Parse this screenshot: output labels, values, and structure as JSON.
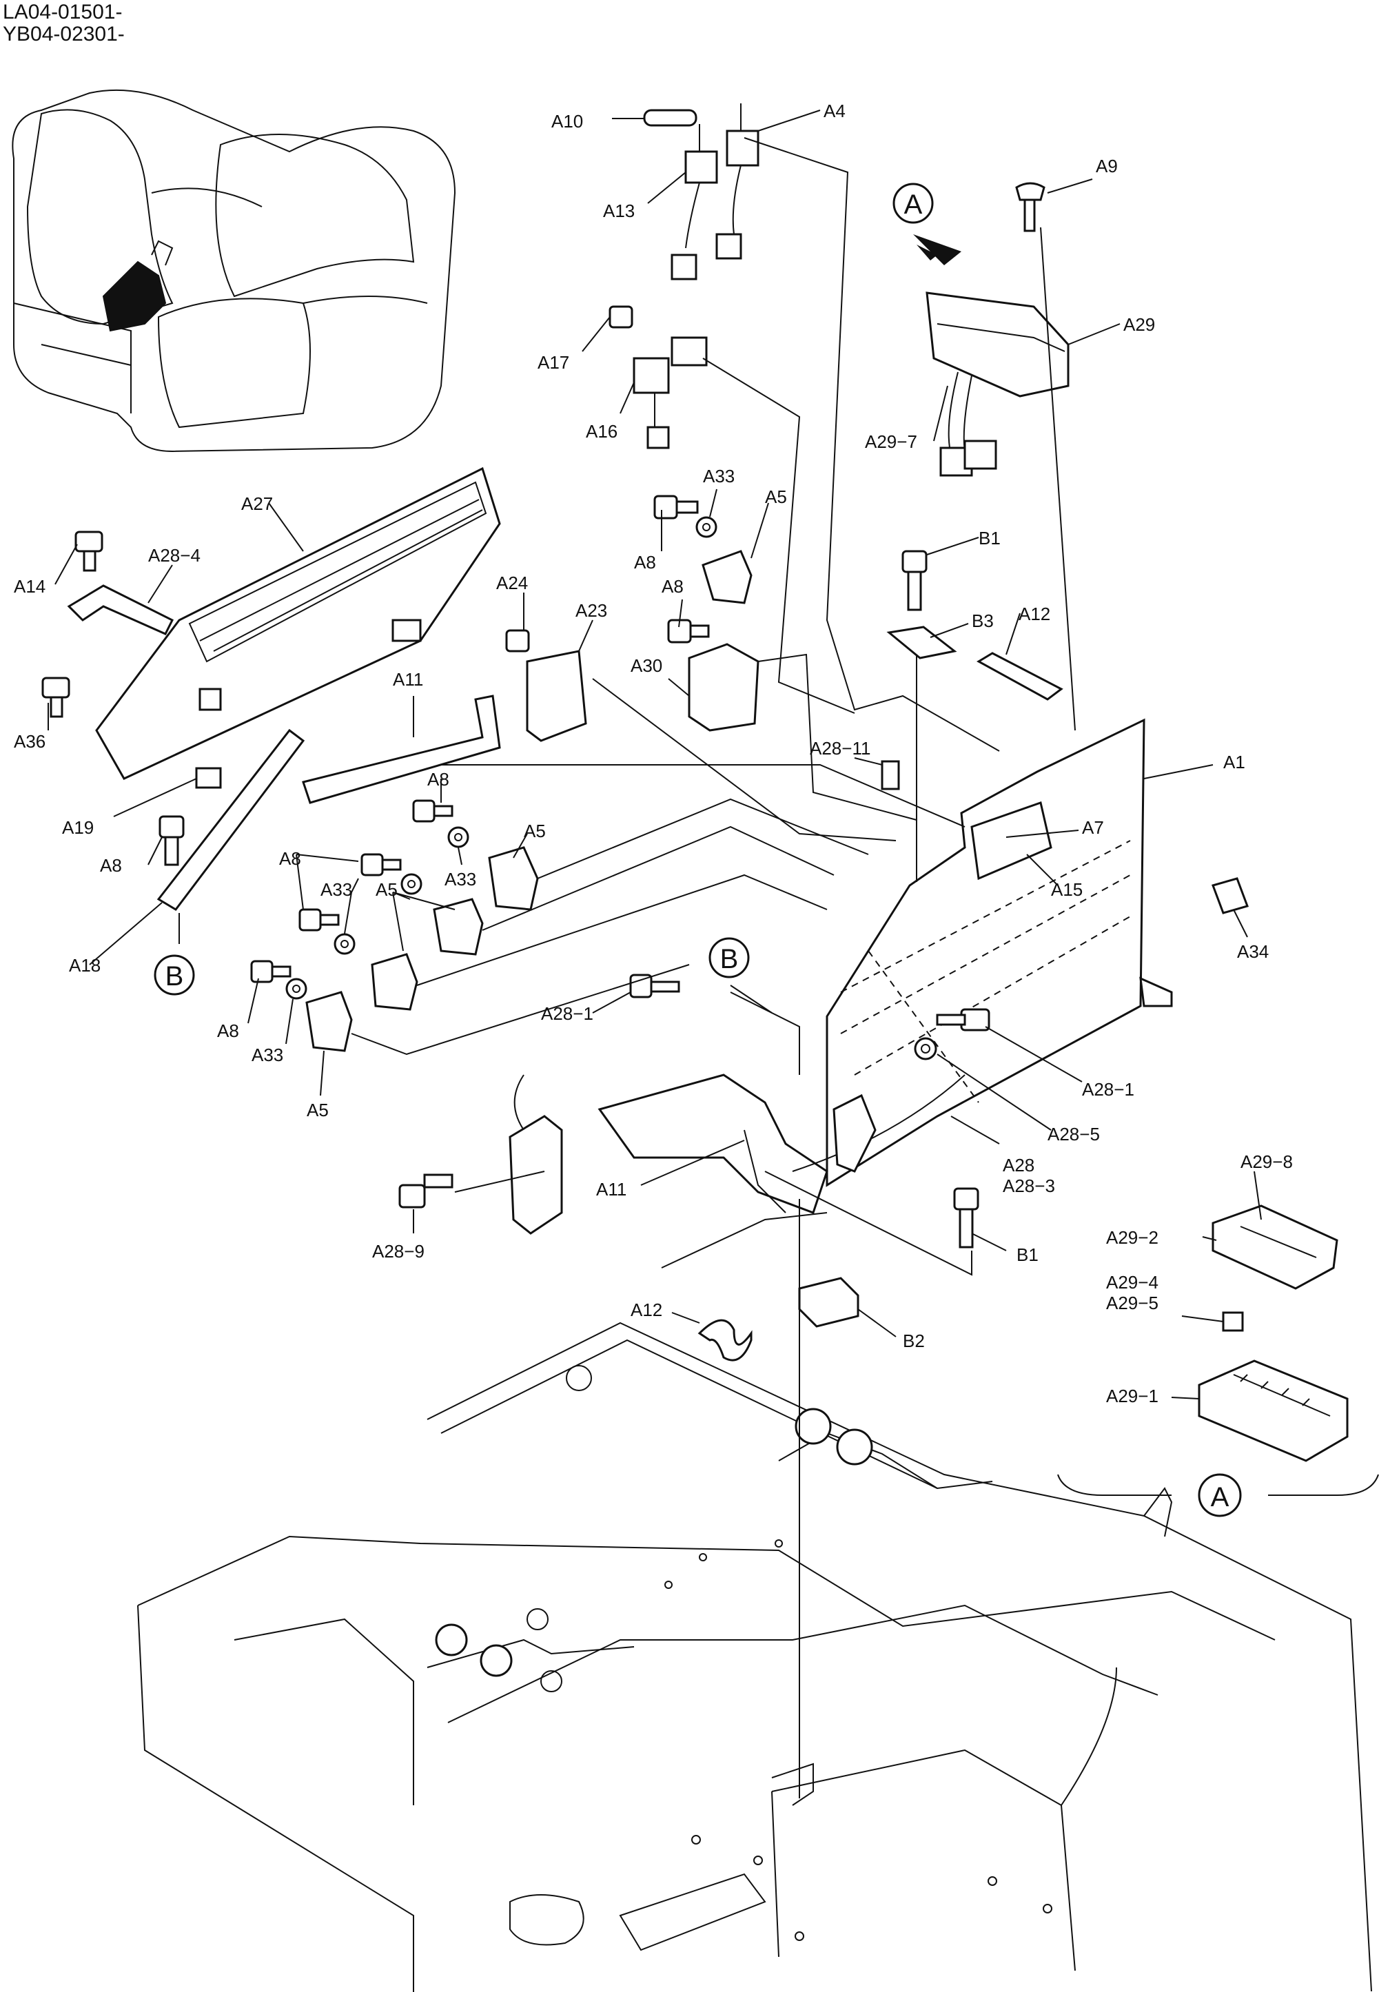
{
  "header": {
    "serial_line_1": "LA04-01501-",
    "serial_line_2": "YB04-02301-"
  },
  "callouts": {
    "a": "A",
    "b": "B"
  },
  "labels": {
    "A10": "A10",
    "A4": "A4",
    "A13": "A13",
    "A9": "A9",
    "A29": "A29",
    "A29_7": "A29−7",
    "A17": "A17",
    "A16": "A16",
    "A33_top": "A33",
    "A5_top": "A5",
    "A8_top1": "A8",
    "A8_top2": "A8",
    "B1_top": "B1",
    "B3": "B3",
    "A12_top": "A12",
    "A27": "A27",
    "A28_4": "A28−4",
    "A14": "A14",
    "A24": "A24",
    "A23": "A23",
    "A30": "A30",
    "A36": "A36",
    "A11_left": "A11",
    "A28_11": "A28−11",
    "A1": "A1",
    "A7": "A7",
    "A15": "A15",
    "A19": "A19",
    "A8_mid": "A8",
    "A5_mid1": "A5",
    "A33_mid1": "A33",
    "A8_left": "A8",
    "A8_cluster": "A8",
    "A33_cluster": "A33",
    "A5_cluster": "A5",
    "A34": "A34",
    "A18": "A18",
    "A28_1_left": "A28−1",
    "A28_1_right": "A28−1",
    "A8_low": "A8",
    "A33_low": "A33",
    "A5_low": "A5",
    "A28_5": "A28−5",
    "A28": "A28",
    "A28_3": "A28−3",
    "A11_bottom": "A11",
    "A29_8": "A29−8",
    "A29_2": "A29−2",
    "A28_9": "A28−9",
    "B1_bottom": "B1",
    "A29_4": "A29−4",
    "A29_5": "A29−5",
    "A12_bottom": "A12",
    "B2": "B2",
    "A29_1": "A29−1"
  }
}
